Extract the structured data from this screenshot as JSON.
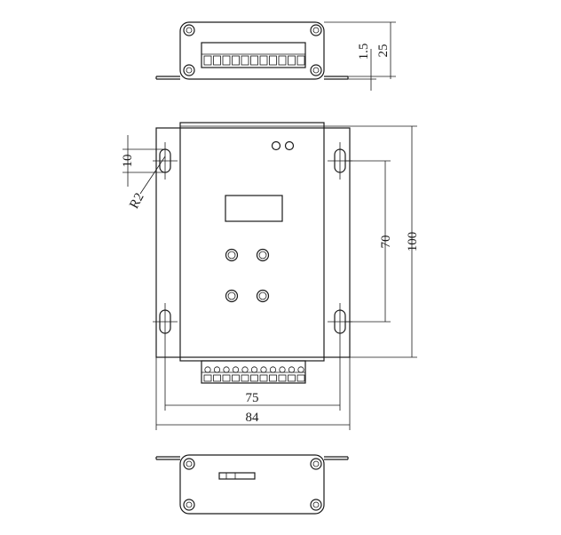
{
  "dimensions": {
    "thickness": "1.5",
    "height": "25",
    "slot_length": "10",
    "slot_radius": "R2",
    "hole_vertical_spacing": "70",
    "overall_height": "100",
    "hole_horizontal_spacing": "75",
    "overall_width": "84"
  }
}
